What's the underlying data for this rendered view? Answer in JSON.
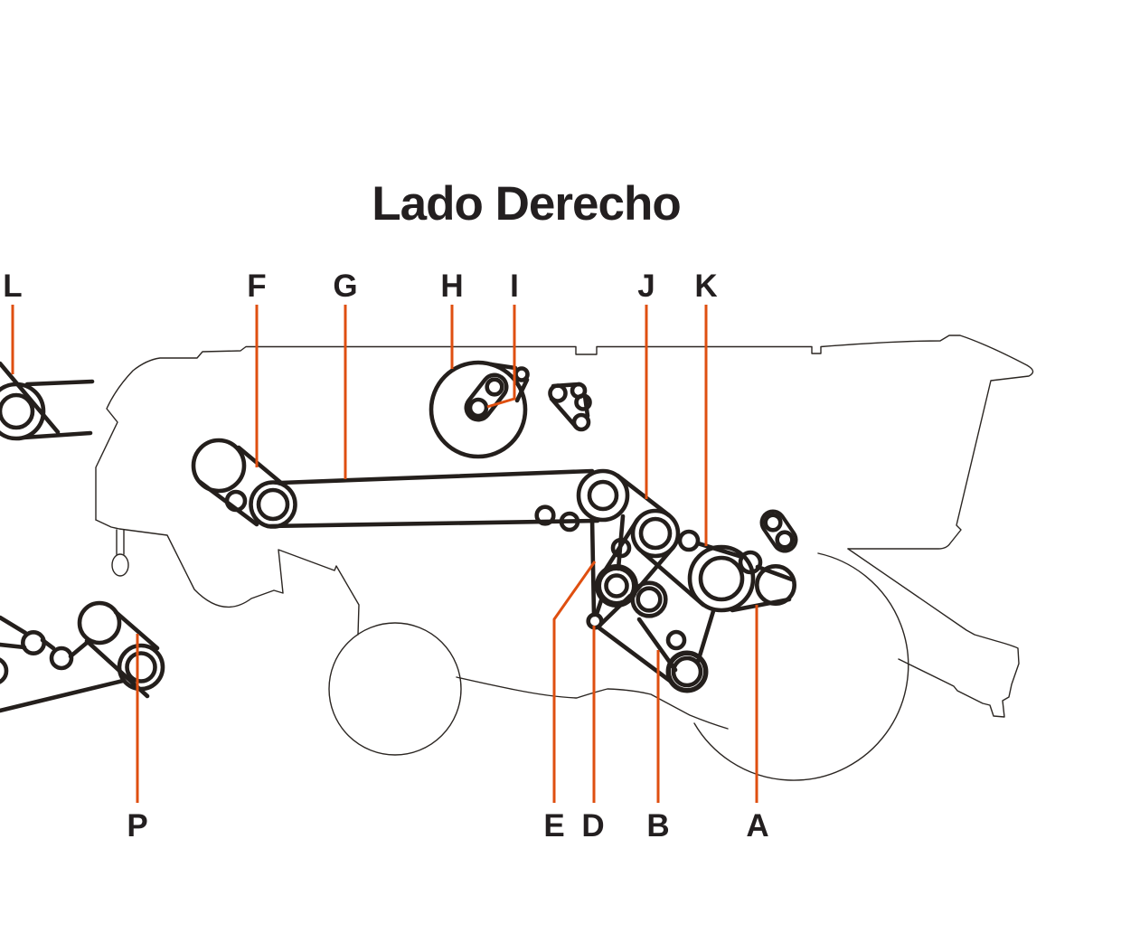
{
  "title": "Lado Derecho",
  "callouts": {
    "top": [
      "L",
      "F",
      "G",
      "H",
      "I",
      "J",
      "K"
    ],
    "bottom": [
      "P",
      "E",
      "D",
      "B",
      "A"
    ]
  },
  "colors": {
    "leader_line": "#df4f10",
    "drawing_line": "#241f1c",
    "outline_line": "#2b2622",
    "text": "#231f20",
    "background": "#ffffff"
  }
}
